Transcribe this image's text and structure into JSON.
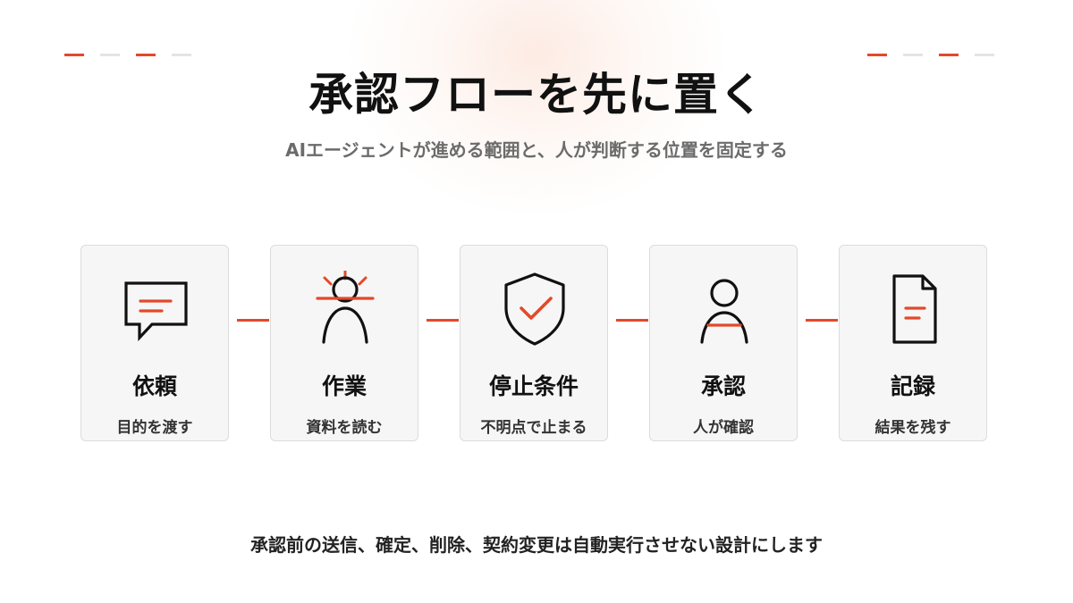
{
  "header": {
    "title": "承認フローを先に置く",
    "subtitle": "AIエージェントが進める範囲と、人が判断する位置を固定する"
  },
  "steps": [
    {
      "label": "依頼",
      "description": "目的を渡す",
      "icon": "speech-bubble-icon"
    },
    {
      "label": "作業",
      "description": "資料を読む",
      "icon": "working-person-icon"
    },
    {
      "label": "停止条件",
      "description": "不明点で止まる",
      "icon": "shield-check-icon"
    },
    {
      "label": "承認",
      "description": "人が確認",
      "icon": "person-icon"
    },
    {
      "label": "記録",
      "description": "結果を残す",
      "icon": "document-icon"
    }
  ],
  "footer": {
    "note": "承認前の送信、確定、削除、契約変更は自動実行させない設計にします"
  },
  "colors": {
    "accent": "#e2492a",
    "card_background": "#f6f6f6",
    "card_border": "#dcdcdc",
    "text_primary": "#111111",
    "text_secondary": "#6b6b6b"
  }
}
